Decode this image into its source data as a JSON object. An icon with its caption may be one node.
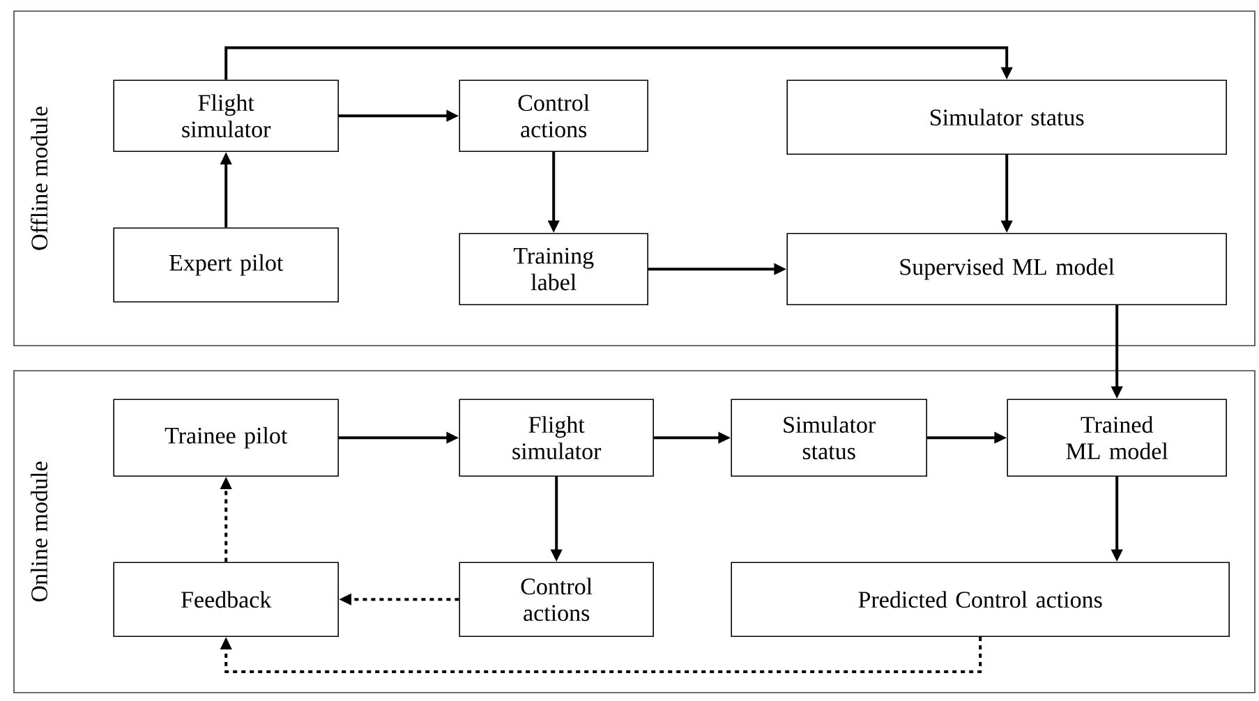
{
  "diagram": {
    "nodes": [
      {
        "text": [
          "Offline module"
        ]
      },
      {
        "text": [
          "Flight simulator"
        ],
        "in": 0
      },
      {
        "text": [
          "Control actions"
        ],
        "in": 0
      },
      {
        "text": [
          "Simulator status"
        ],
        "in": 0
      },
      {
        "text": [
          "Expert pilot"
        ],
        "in": 0
      },
      {
        "text": [
          "Training label"
        ],
        "in": 0
      },
      {
        "text": [
          "Supervised ML model"
        ],
        "in": 0
      },
      {
        "text": [
          "Online module"
        ]
      },
      {
        "text": [
          "Trainee pilot"
        ],
        "in": 7
      },
      {
        "text": [
          "Flight simulator"
        ],
        "in": 7
      },
      {
        "text": [
          "Simulator status"
        ],
        "in": 7
      },
      {
        "text": [
          "Trained ML model"
        ],
        "in": 7
      },
      {
        "text": [
          "Feedback"
        ],
        "in": 7
      },
      {
        "text": [
          "Control actions"
        ],
        "in": 7
      },
      {
        "text": [
          "Predicted Control actions"
        ],
        "in": 7
      }
    ],
    "edges": [
      {
        "from": 4,
        "to": 1,
        "arrow": "to"
      },
      {
        "from": 1,
        "to": 2,
        "arrow": "to"
      },
      {
        "from": 1,
        "to": 3,
        "arrow": "to"
      },
      {
        "from": 2,
        "to": 5,
        "arrow": "to"
      },
      {
        "from": 3,
        "to": 6,
        "arrow": "to"
      },
      {
        "from": 5,
        "to": 6,
        "arrow": "to"
      },
      {
        "from": 6,
        "to": 11,
        "arrow": "to"
      },
      {
        "from": 8,
        "to": 9,
        "arrow": "to"
      },
      {
        "from": 9,
        "to": 10,
        "arrow": "to"
      },
      {
        "from": 10,
        "to": 11,
        "arrow": "to"
      },
      {
        "from": 9,
        "to": 13,
        "arrow": "to"
      },
      {
        "from": 11,
        "to": 14,
        "arrow": "to"
      },
      {
        "from": 13,
        "to": 12,
        "arrow": "to",
        "style": "dashed"
      },
      {
        "from": 12,
        "to": 8,
        "arrow": "to",
        "style": "dashed"
      },
      {
        "from": 14,
        "to": 12,
        "arrow": "to",
        "style": "dashed"
      }
    ]
  }
}
